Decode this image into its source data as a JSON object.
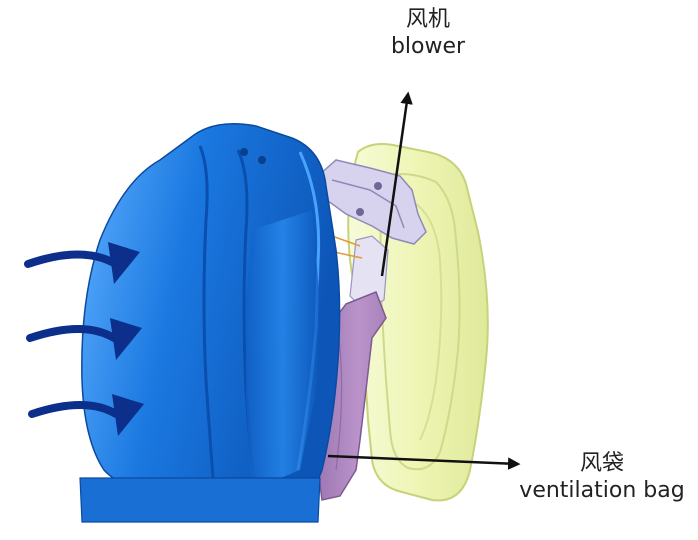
{
  "labels": {
    "blower_cn": "风机",
    "blower_en": "blower",
    "bag_cn": "风袋",
    "bag_en": "ventilation bag"
  },
  "colors": {
    "seat_blue": "#1a78e0",
    "seat_dark_blue": "#0d56b8",
    "airflow_arrow": "#0b2f8a",
    "frame_yellow": "#eef5b4",
    "bag_purple": "#b48ec4",
    "blower_lavender": "#d7d3ee",
    "pointer_arrow": "#111111"
  }
}
